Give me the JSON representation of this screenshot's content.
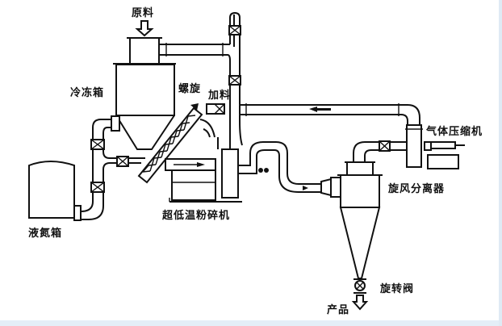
{
  "diagram": {
    "labels": {
      "raw_material": "原料",
      "freezer_box": "冷冻箱",
      "screw": "螺旋",
      "feeding": "加料",
      "liquid_nitrogen_tank": "液氮箱",
      "ultra_low_temp_grinder": "超低温粉碎机",
      "gas_compressor": "气体压缩机",
      "cyclone_separator": "旋风分离器",
      "rotary_valve": "旋转阀",
      "product": "产品"
    },
    "colors": {
      "line": "#111111",
      "background": "#ffffff",
      "frame_band": "#e4eef7"
    }
  }
}
